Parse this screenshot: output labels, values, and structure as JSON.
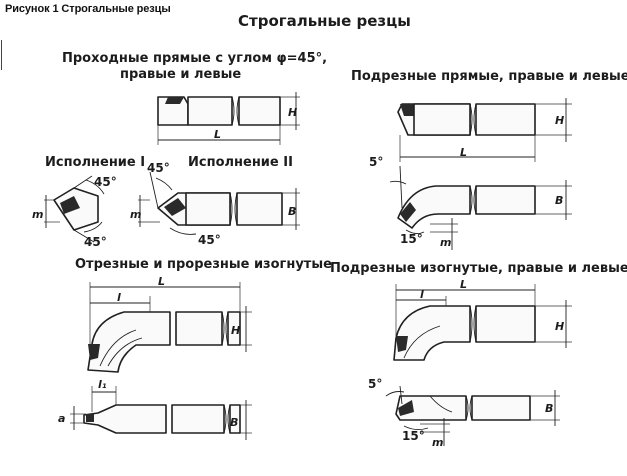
{
  "caption": "Рисунок 1 Строгальные резцы",
  "title": "Строгальные резцы",
  "sections": {
    "straight": {
      "title_line1": "Проходные прямые с углом φ=45°,",
      "title_line2": "правые и левые",
      "variant_1": "Исполнение I",
      "variant_2": "Исполнение II"
    },
    "undercut_straight": {
      "title": "Подрезные прямые, правые и левые"
    },
    "cutoff_bent": {
      "title": "Отрезные и прорезные изогнутые"
    },
    "undercut_bent": {
      "title": "Подрезные изогнутые, правые и левые"
    }
  },
  "dims": {
    "L": "L",
    "H": "H",
    "B": "B",
    "l": "l",
    "l1": "l₁",
    "m": "m",
    "a": "a",
    "deg45": "45°",
    "deg5": "5°",
    "deg15": "15°"
  }
}
